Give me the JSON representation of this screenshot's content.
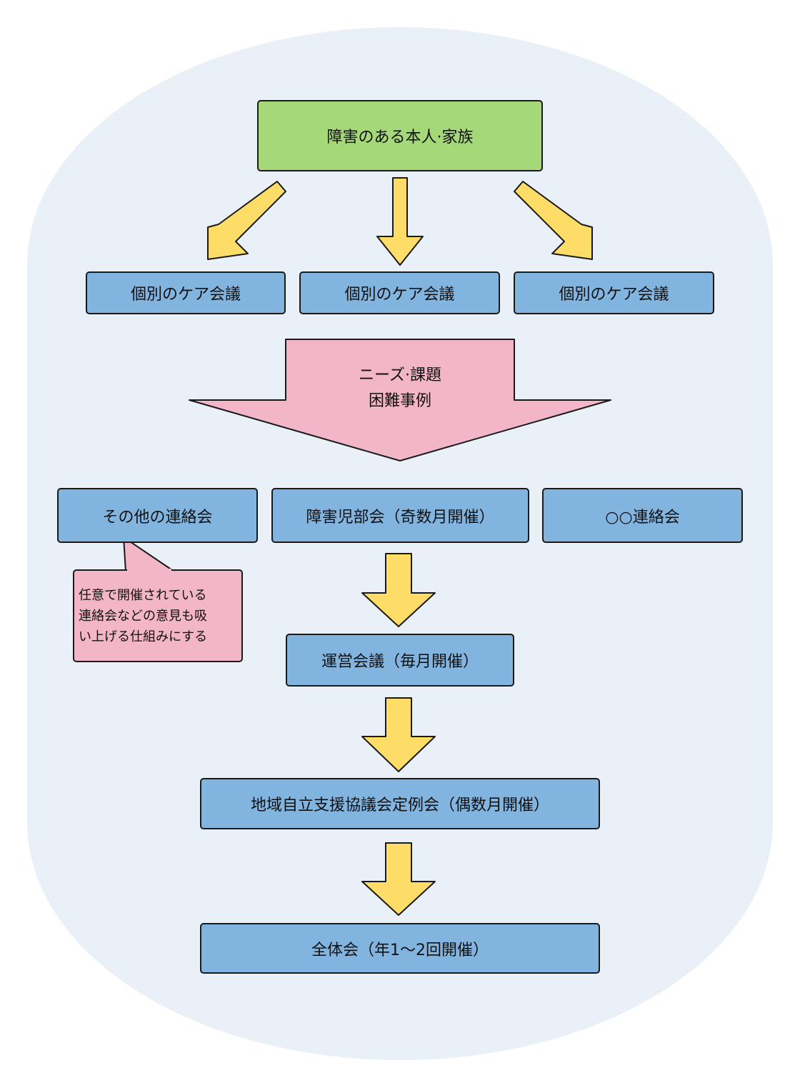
{
  "top": {
    "label": "障害のある本人·家族"
  },
  "care_meetings": [
    {
      "label": "個別のケア会議"
    },
    {
      "label": "個別のケア会議"
    },
    {
      "label": "個別のケア会議"
    }
  ],
  "needs": {
    "line1": "ニーズ·課題",
    "line2": "困難事例"
  },
  "councils": [
    {
      "label": "その他の連絡会"
    },
    {
      "label": "障害児部会（奇数月開催）"
    },
    {
      "label": "○○連絡会"
    }
  ],
  "note": {
    "lines": [
      "任意で開催されている",
      "連絡会などの意見も吸",
      "い上げる仕組みにする"
    ]
  },
  "management": {
    "label": "運営会議（毎月開催）"
  },
  "regional": {
    "label": "地域自立支援協議会定例会（偶数月開催）"
  },
  "plenary": {
    "label": "全体会（年1～2回開催）"
  },
  "colors": {
    "background": "#e9f0f8",
    "top_box": "#a5d879",
    "boxes": "#82b4e0",
    "arrows": "#fedc68",
    "needs_arrow": "#f3b6c9",
    "note": "#f3b6c9"
  }
}
